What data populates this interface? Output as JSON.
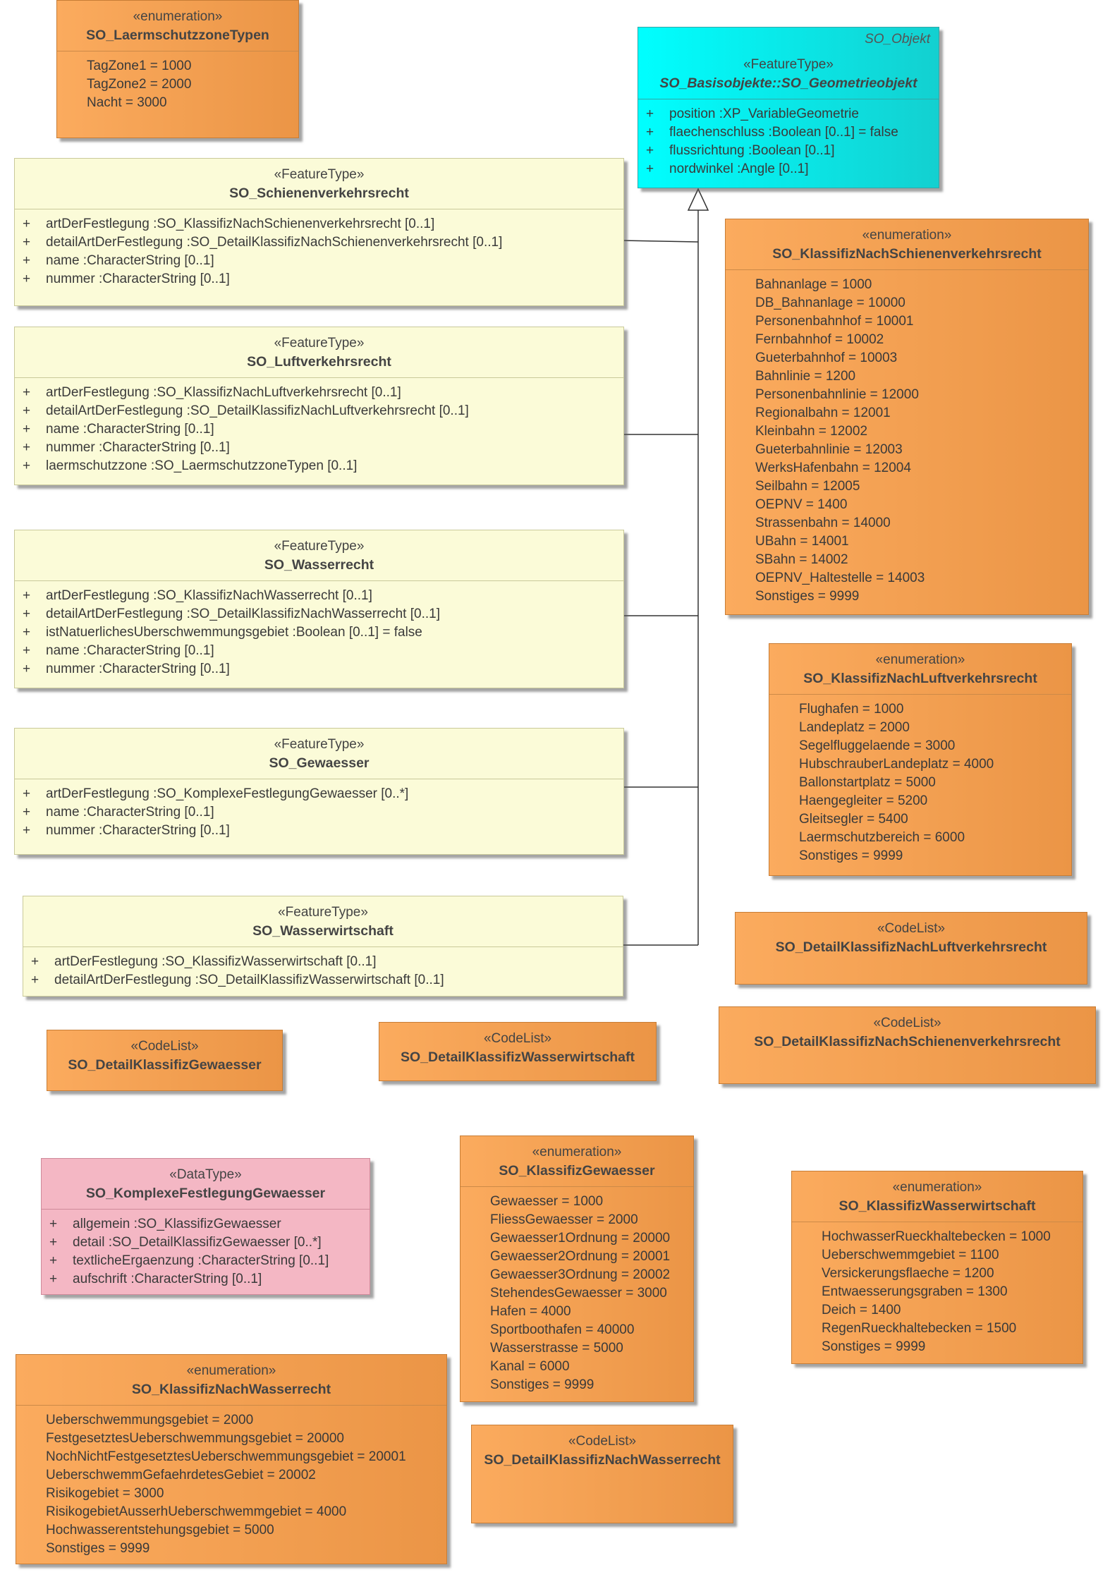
{
  "classes": {
    "laermschutzzone": {
      "stereotype": "«enumeration»",
      "name": "SO_LaermschutzzoneTypen",
      "literals": [
        "TagZone1 = 1000",
        "TagZone2 = 2000",
        "Nacht = 3000"
      ]
    },
    "geometrieobjekt": {
      "abstract_label": "SO_Objekt",
      "stereotype": "«FeatureType»",
      "name": "SO_Basisobjekte::SO_Geometrieobjekt",
      "attributes": [
        {
          "vis": "+",
          "text": "position  :XP_VariableGeometrie"
        },
        {
          "vis": "+",
          "text": "flaechenschluss  :Boolean [0..1] = false"
        },
        {
          "vis": "+",
          "text": "flussrichtung  :Boolean [0..1]"
        },
        {
          "vis": "+",
          "text": "nordwinkel  :Angle [0..1]"
        }
      ]
    },
    "schienenverkehrsrecht": {
      "stereotype": "«FeatureType»",
      "name": "SO_Schienenverkehrsrecht",
      "attributes": [
        {
          "vis": "+",
          "text": "artDerFestlegung  :SO_KlassifizNachSchienenverkehrsrecht [0..1]"
        },
        {
          "vis": "+",
          "text": "detailArtDerFestlegung  :SO_DetailKlassifizNachSchienenverkehrsrecht [0..1]"
        },
        {
          "vis": "+",
          "text": "name  :CharacterString [0..1]"
        },
        {
          "vis": "+",
          "text": "nummer  :CharacterString [0..1]"
        }
      ]
    },
    "luftverkehrsrecht": {
      "stereotype": "«FeatureType»",
      "name": "SO_Luftverkehrsrecht",
      "attributes": [
        {
          "vis": "+",
          "text": "artDerFestlegung  :SO_KlassifizNachLuftverkehrsrecht [0..1]"
        },
        {
          "vis": "+",
          "text": "detailArtDerFestlegung  :SO_DetailKlassifizNachLuftverkehrsrecht [0..1]"
        },
        {
          "vis": "+",
          "text": "name  :CharacterString [0..1]"
        },
        {
          "vis": "+",
          "text": "nummer  :CharacterString [0..1]"
        },
        {
          "vis": "+",
          "text": "laermschutzzone  :SO_LaermschutzzoneTypen [0..1]"
        }
      ]
    },
    "wasserrecht": {
      "stereotype": "«FeatureType»",
      "name": "SO_Wasserrecht",
      "attributes": [
        {
          "vis": "+",
          "text": "artDerFestlegung  :SO_KlassifizNachWasserrecht [0..1]"
        },
        {
          "vis": "+",
          "text": "detailArtDerFestlegung  :SO_DetailKlassifizNachWasserrecht [0..1]"
        },
        {
          "vis": "+",
          "text": "istNatuerlichesUberschwemmungsgebiet  :Boolean [0..1] = false"
        },
        {
          "vis": "+",
          "text": "name  :CharacterString [0..1]"
        },
        {
          "vis": "+",
          "text": "nummer  :CharacterString [0..1]"
        }
      ]
    },
    "gewaesser": {
      "stereotype": "«FeatureType»",
      "name": "SO_Gewaesser",
      "attributes": [
        {
          "vis": "+",
          "text": "artDerFestlegung  :SO_KomplexeFestlegungGewaesser [0..*]"
        },
        {
          "vis": "+",
          "text": "name  :CharacterString [0..1]"
        },
        {
          "vis": "+",
          "text": "nummer  :CharacterString [0..1]"
        }
      ]
    },
    "wasserwirtschaft": {
      "stereotype": "«FeatureType»",
      "name": "SO_Wasserwirtschaft",
      "attributes": [
        {
          "vis": "+",
          "text": "artDerFestlegung  :SO_KlassifizWasserwirtschaft [0..1]"
        },
        {
          "vis": "+",
          "text": "detailArtDerFestlegung  :SO_DetailKlassifizWasserwirtschaft [0..1]"
        }
      ]
    },
    "klassifiz_schiene": {
      "stereotype": "«enumeration»",
      "name": "SO_KlassifizNachSchienenverkehrsrecht",
      "literals": [
        "Bahnanlage = 1000",
        "DB_Bahnanlage = 10000",
        "Personenbahnhof = 10001",
        "Fernbahnhof = 10002",
        "Gueterbahnhof = 10003",
        "Bahnlinie = 1200",
        "Personenbahnlinie = 12000",
        "Regionalbahn = 12001",
        "Kleinbahn = 12002",
        "Gueterbahnlinie = 12003",
        "WerksHafenbahn = 12004",
        "Seilbahn = 12005",
        "OEPNV = 1400",
        "Strassenbahn = 14000",
        "UBahn = 14001",
        "SBahn = 14002",
        "OEPNV_Haltestelle = 14003",
        "Sonstiges = 9999"
      ]
    },
    "klassifiz_luft": {
      "stereotype": "«enumeration»",
      "name": "SO_KlassifizNachLuftverkehrsrecht",
      "literals": [
        "Flughafen = 1000",
        "Landeplatz = 2000",
        "Segelfluggelaende = 3000",
        "HubschrauberLandeplatz = 4000",
        "Ballonstartplatz = 5000",
        "Haengegleiter = 5200",
        "Gleitsegler = 5400",
        "Laermschutzbereich = 6000",
        "Sonstiges = 9999"
      ]
    },
    "detail_luft": {
      "stereotype": "«CodeList»",
      "name": "SO_DetailKlassifizNachLuftverkehrsrecht"
    },
    "detail_gewaesser": {
      "stereotype": "«CodeList»",
      "name": "SO_DetailKlassifizGewaesser"
    },
    "detail_wasserwirtschaft": {
      "stereotype": "«CodeList»",
      "name": "SO_DetailKlassifizWasserwirtschaft"
    },
    "detail_schiene": {
      "stereotype": "«CodeList»",
      "name": "SO_DetailKlassifizNachSchienenverkehrsrecht"
    },
    "komplexe_festlegung": {
      "stereotype": "«DataType»",
      "name": "SO_KomplexeFestlegungGewaesser",
      "attributes": [
        {
          "vis": "+",
          "text": "allgemein  :SO_KlassifizGewaesser"
        },
        {
          "vis": "+",
          "text": "detail  :SO_DetailKlassifizGewaesser [0..*]"
        },
        {
          "vis": "+",
          "text": "textlicheErgaenzung  :CharacterString [0..1]"
        },
        {
          "vis": "+",
          "text": "aufschrift  :CharacterString [0..1]"
        }
      ]
    },
    "klassifiz_gewaesser": {
      "stereotype": "«enumeration»",
      "name": "SO_KlassifizGewaesser",
      "literals": [
        "Gewaesser = 1000",
        "FliessGewaesser = 2000",
        "Gewaesser1Ordnung = 20000",
        "Gewaesser2Ordnung = 20001",
        "Gewaesser3Ordnung = 20002",
        "StehendesGewaesser = 3000",
        "Hafen = 4000",
        "Sportboothafen = 40000",
        "Wasserstrasse = 5000",
        "Kanal = 6000",
        "Sonstiges = 9999"
      ]
    },
    "klassifiz_wasserwirtschaft": {
      "stereotype": "«enumeration»",
      "name": "SO_KlassifizWasserwirtschaft",
      "literals": [
        "HochwasserRueckhaltebecken = 1000",
        "Ueberschwemmgebiet = 1100",
        "Versickerungsflaeche = 1200",
        "Entwaesserungsgraben = 1300",
        "Deich = 1400",
        "RegenRueckhaltebecken = 1500",
        "Sonstiges = 9999"
      ]
    },
    "klassifiz_wasserrecht": {
      "stereotype": "«enumeration»",
      "name": "SO_KlassifizNachWasserrecht",
      "literals": [
        "Ueberschwemmungsgebiet = 2000",
        "FestgesetztesUeberschwemmungsgebiet = 20000",
        "NochNichtFestgesetztesUeberschwemmungsgebiet = 20001",
        "UeberschwemmGefaehrdetesGebiet = 20002",
        "Risikogebiet = 3000",
        "RisikogebietAusserhUeberschwemmgebiet = 4000",
        "Hochwasserentstehungsgebiet = 5000",
        "Sonstiges = 9999"
      ]
    },
    "detail_wasserrecht": {
      "stereotype": "«CodeList»",
      "name": "SO_DetailKlassifizNachWasserrecht"
    }
  }
}
